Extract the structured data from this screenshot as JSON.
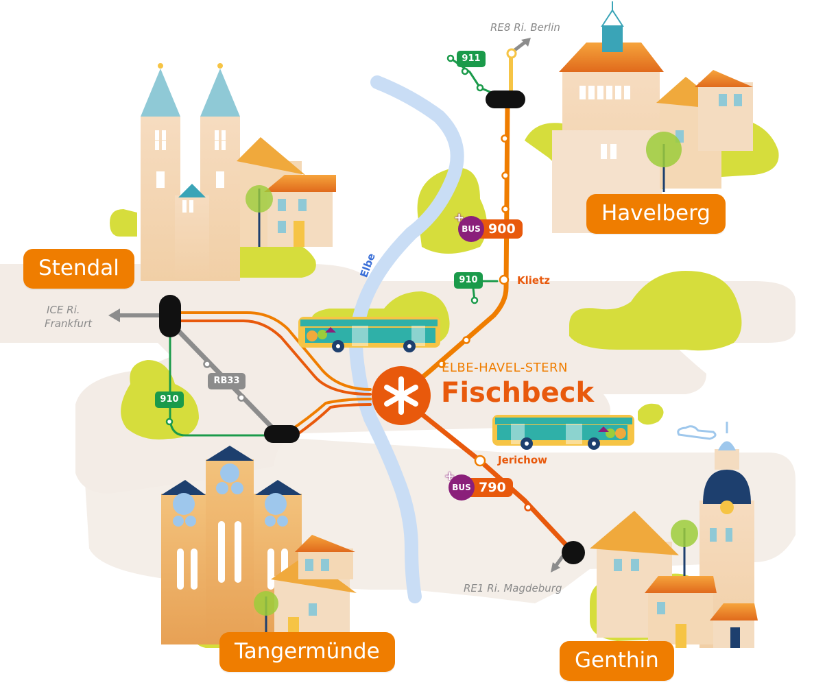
{
  "hub": {
    "subtitle": "ELBE-HAVEL-STERN",
    "name": "Fischbeck"
  },
  "river": {
    "name": "Elbe"
  },
  "cities": {
    "stendal": "Stendal",
    "havelberg": "Havelberg",
    "tangermuende": "Tangermünde",
    "genthin": "Genthin"
  },
  "stops": {
    "klietz": "Klietz",
    "jerichow": "Jerichow"
  },
  "rail_directions": {
    "re8": "RE8 Ri. Berlin",
    "ice_line1": "ICE Ri.",
    "ice_line2": "Frankfurt",
    "re1": "RE1 Ri. Magdeburg"
  },
  "lines": {
    "rb33": "RB33",
    "bus911": "911",
    "bus910_north": "910",
    "bus910_west": "910",
    "bus900": {
      "prefix": "BUS",
      "number": "900"
    },
    "bus790": {
      "prefix": "BUS",
      "number": "790"
    }
  },
  "colors": {
    "orange": "#ef7d00",
    "dark_orange": "#e8590c",
    "green_line": "#1a9a4a",
    "gray_line": "#8c8c8c",
    "yellow_line": "#f6c445",
    "river": "#c9ddf5",
    "bus_purple": "#8a1f7a",
    "landscape_band": "#f3ece6",
    "foliage": "#d6dd3c"
  }
}
